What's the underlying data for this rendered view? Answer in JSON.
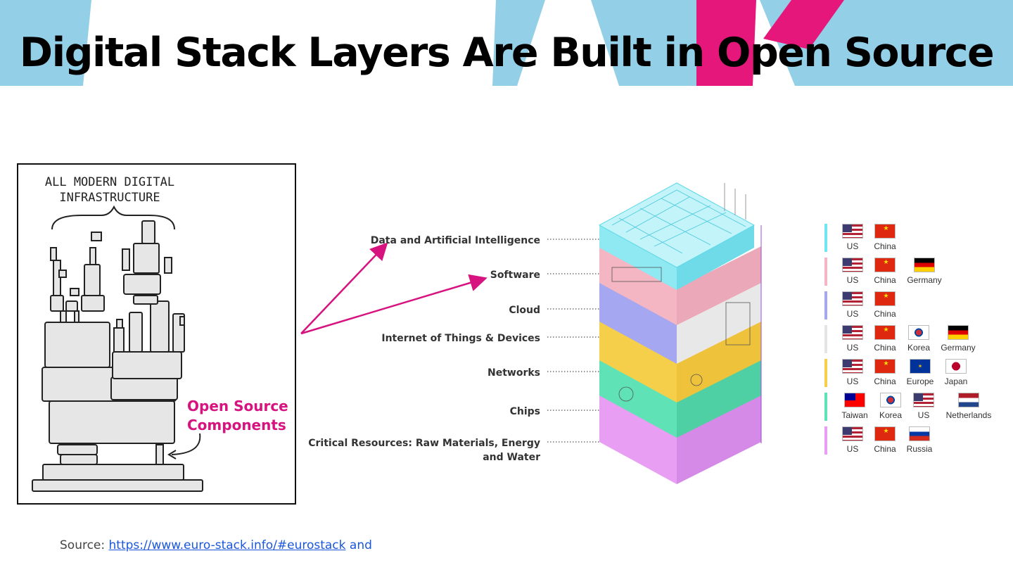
{
  "title": "Digital Stack Layers Are Built in Open Source",
  "comic": {
    "caption": "ALL MODERN DIGITAL INFRASTRUCTURE",
    "highlight": "Open Source Components"
  },
  "layers": [
    {
      "label": "Data and Artificial Intelligence",
      "color": "#6ee7f2",
      "countries": [
        "US",
        "China"
      ]
    },
    {
      "label": "Software",
      "color": "#f4b6c2",
      "countries": [
        "US",
        "China",
        "Germany"
      ]
    },
    {
      "label": "Cloud",
      "color": "#a5a8f0",
      "countries": [
        "US",
        "China"
      ]
    },
    {
      "label": "Internet of Things & Devices",
      "color": "#e5e5e5",
      "countries": [
        "US",
        "China",
        "Korea",
        "Germany"
      ]
    },
    {
      "label": "Networks",
      "color": "#f5cf4a",
      "countries": [
        "US",
        "China",
        "Europe",
        "Japan"
      ]
    },
    {
      "label": "Chips",
      "color": "#5fe3b6",
      "countries": [
        "Taiwan",
        "Korea",
        "US",
        "Netherlands"
      ]
    },
    {
      "label": "Critical Resources: Raw Materials, Energy and Water",
      "color": "#e89ef2",
      "countries": [
        "US",
        "China",
        "Russia"
      ]
    }
  ],
  "source": {
    "prefix": "Source:",
    "link": "https://www.euro-stack.info/#eurostack",
    "suffix": "and"
  },
  "colors": {
    "accent": "#d6137e",
    "header_blue": "#93cfe6",
    "header_pink": "#e6177a",
    "link": "#1a56db"
  }
}
